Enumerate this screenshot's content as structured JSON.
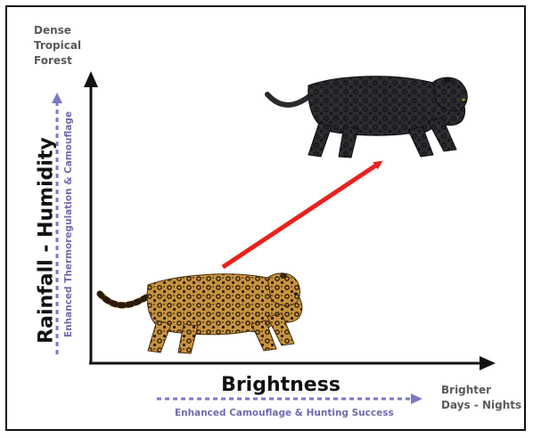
{
  "diagram": {
    "top_corner_lines": [
      "Dense",
      "Tropical",
      "Forest"
    ],
    "y_axis_label": "Rainfall - Humidity",
    "y_axis_sublabel": "Enhanced Thermoregulation & Camouflage",
    "x_axis_label": "Brightness",
    "x_axis_sublabel": "Enhanced Camouflage & Hunting Success",
    "right_corner_lines": [
      "Brighter",
      "Days - Nights"
    ]
  },
  "colors": {
    "axis": "#111111",
    "arrow": "#e8221e",
    "dashed_arrow": "#7b78c4",
    "sublabel": "#6f6cae",
    "corner_label": "#5a5a5a",
    "spotted_jaguar_coat": "#c8943e",
    "black_jaguar_coat": "#2b2a2e"
  },
  "icons": {
    "spotted_jaguar": "spotted-jaguar-icon",
    "black_jaguar": "black-jaguar-icon"
  }
}
